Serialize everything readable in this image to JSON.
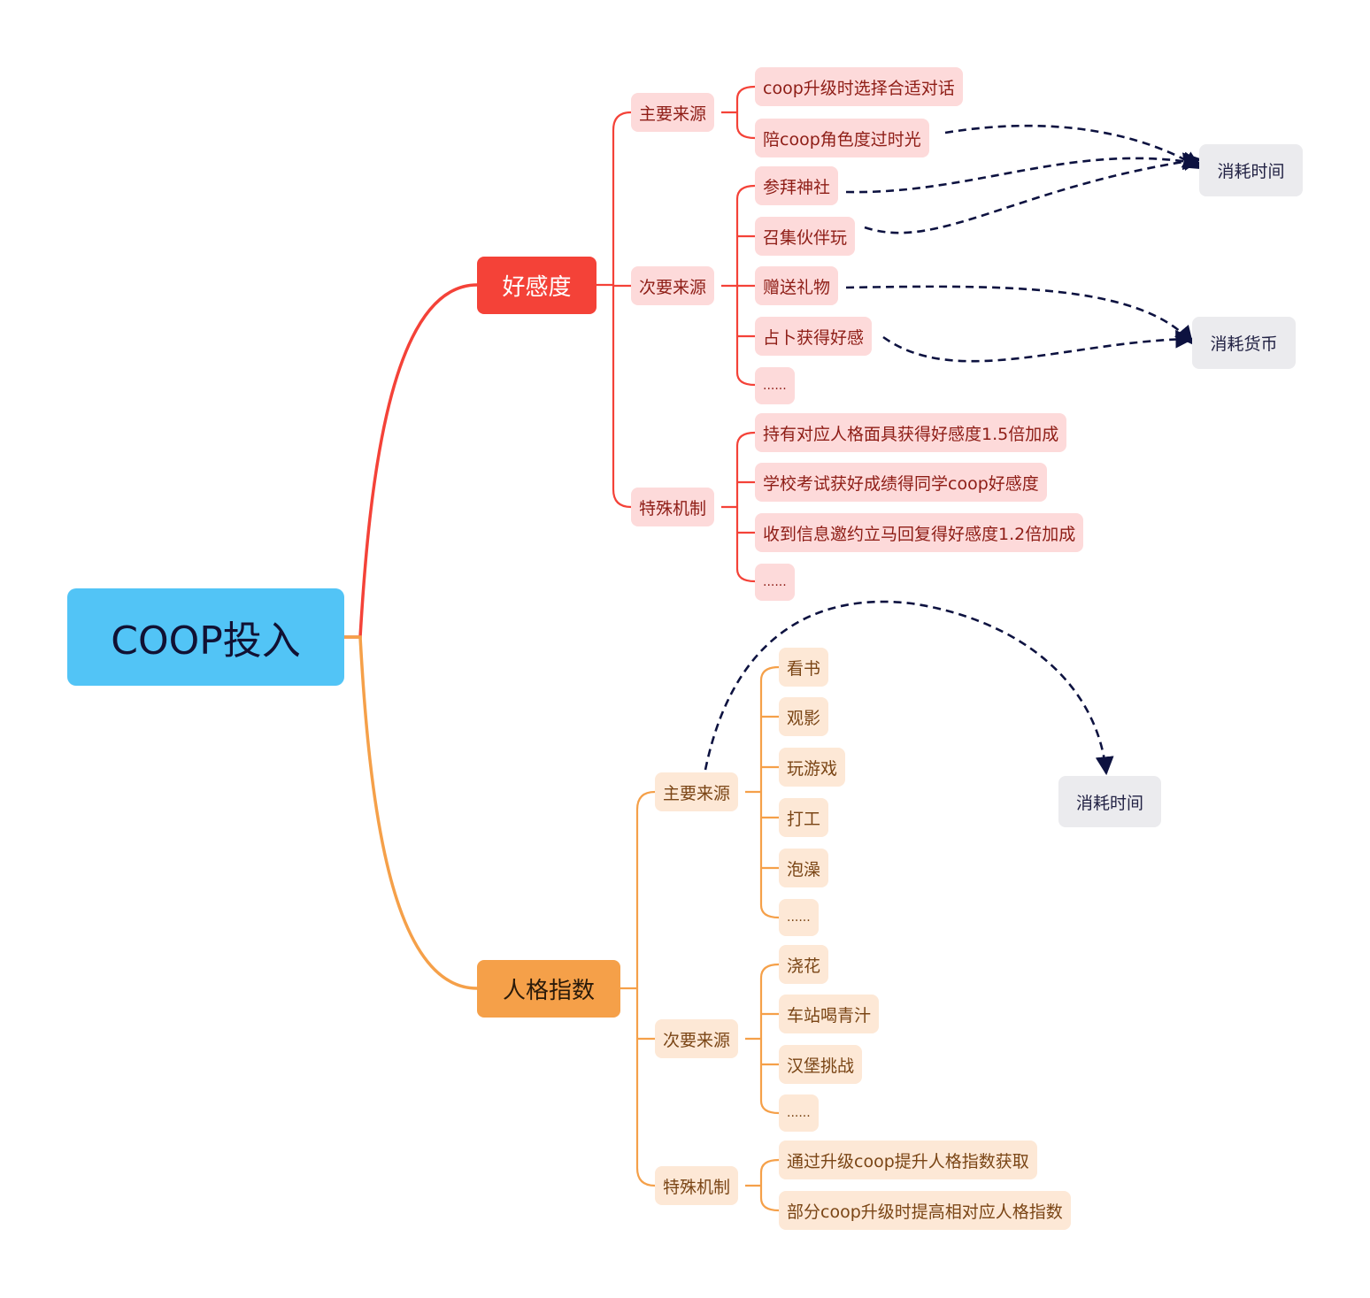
{
  "root": {
    "label": "COOP投入"
  },
  "branches": [
    {
      "label": "好感度",
      "groups": [
        {
          "label": "主要来源",
          "items": [
            "coop升级时选择合适对话",
            "陪coop角色度过时光"
          ]
        },
        {
          "label": "次要来源",
          "items": [
            "参拜神社",
            "召集伙伴玩",
            "赠送礼物",
            "占卜获得好感",
            "......"
          ]
        },
        {
          "label": "特殊机制",
          "items": [
            "持有对应人格面具获得好感度1.5倍加成",
            "学校考试获好成绩得同学coop好感度",
            "收到信息邀约立马回复得好感度1.2倍加成",
            "......"
          ]
        }
      ]
    },
    {
      "label": "人格指数",
      "groups": [
        {
          "label": "主要来源",
          "items": [
            "看书",
            "观影",
            "玩游戏",
            "打工",
            "泡澡",
            "......"
          ]
        },
        {
          "label": "次要来源",
          "items": [
            "浇花",
            "车站喝青汁",
            "汉堡挑战",
            "......"
          ]
        },
        {
          "label": "特殊机制",
          "items": [
            "通过升级coop提升人格指数获取",
            "部分coop升级时提高相对应人格指数"
          ]
        }
      ]
    }
  ],
  "tags": [
    "消耗时间",
    "消耗货币",
    "消耗时间"
  ],
  "colors": {
    "root": "#52c4f6",
    "branch_red": "#f44238",
    "branch_orange": "#f5a049",
    "leaf_red_bg": "#fddada",
    "leaf_orange_bg": "#fde8d6",
    "tag_bg": "#ebebee",
    "arrow": "#0d1240"
  }
}
